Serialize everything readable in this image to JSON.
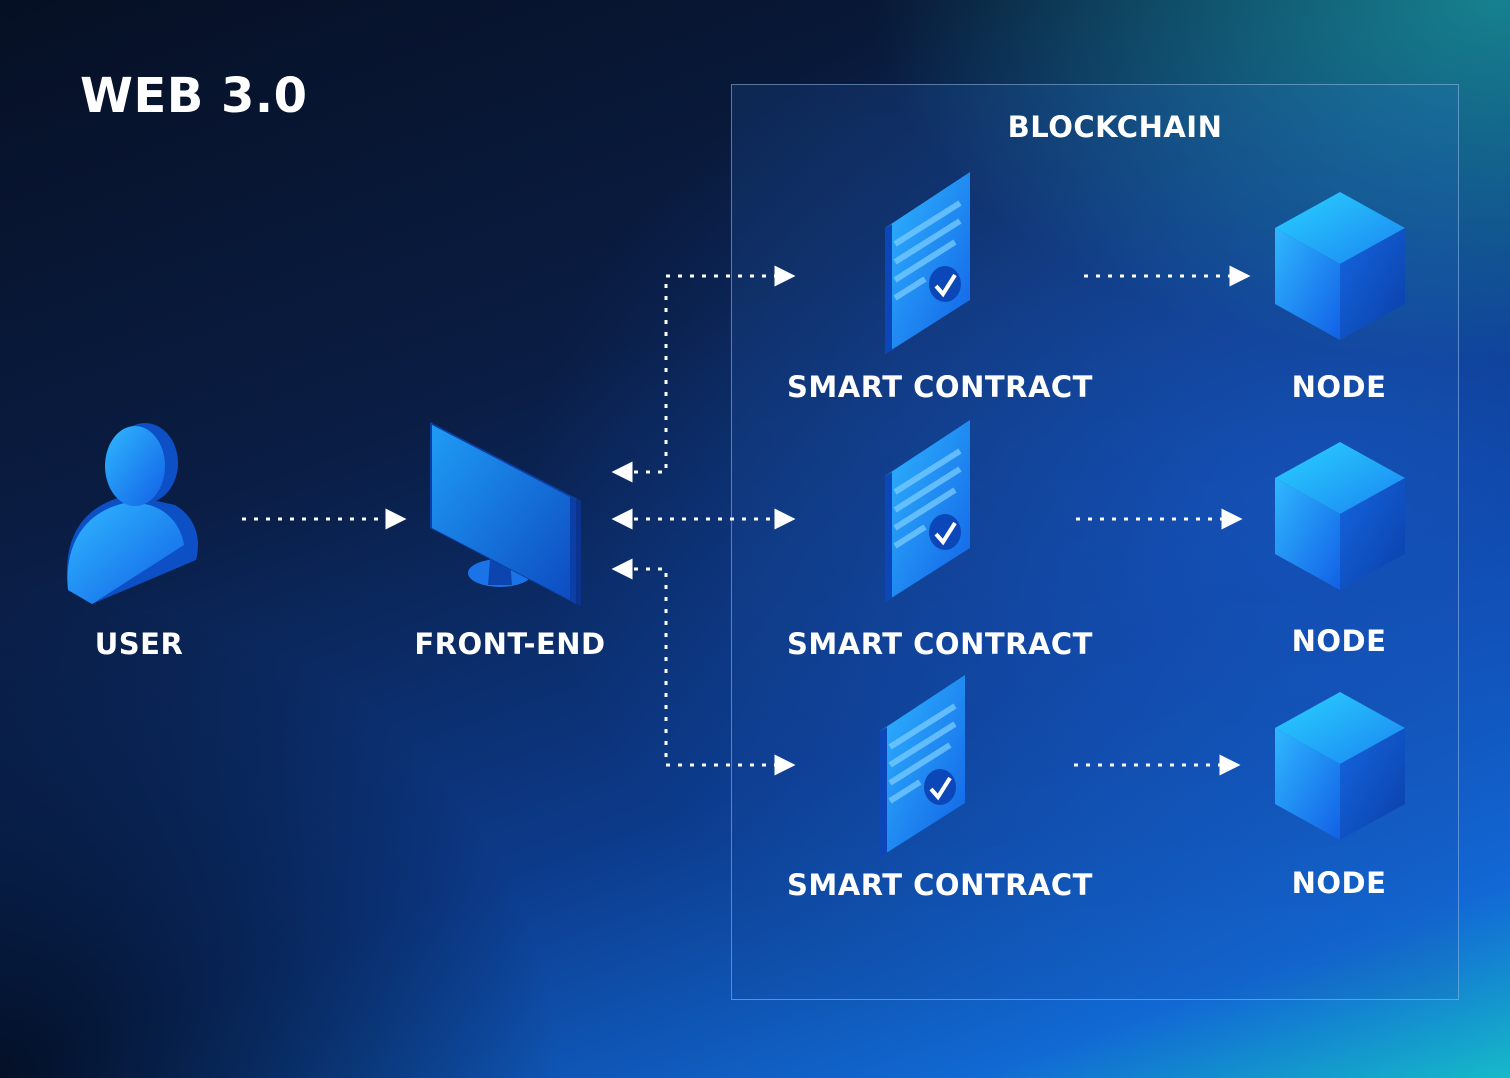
{
  "title": "WEB 3.0",
  "blockchain_label": "BLOCKCHAIN",
  "nodes": {
    "user": {
      "label": "USER",
      "icon": "user-icon"
    },
    "frontend": {
      "label": "FRONT-END",
      "icon": "monitor-icon"
    },
    "contracts": [
      {
        "label": "SMART CONTRACT",
        "icon": "contract-icon"
      },
      {
        "label": "SMART CONTRACT",
        "icon": "contract-icon"
      },
      {
        "label": "SMART CONTRACT",
        "icon": "contract-icon"
      }
    ],
    "chain_nodes": [
      {
        "label": "NODE",
        "icon": "cube-icon"
      },
      {
        "label": "NODE",
        "icon": "cube-icon"
      },
      {
        "label": "NODE",
        "icon": "cube-icon"
      }
    ]
  },
  "edges": [
    {
      "from": "USER",
      "to": "FRONT-END",
      "direction": "one-way"
    },
    {
      "from": "FRONT-END",
      "to": "SMART CONTRACT 1",
      "direction": "two-way"
    },
    {
      "from": "FRONT-END",
      "to": "SMART CONTRACT 2",
      "direction": "two-way"
    },
    {
      "from": "FRONT-END",
      "to": "SMART CONTRACT 3",
      "direction": "two-way"
    },
    {
      "from": "SMART CONTRACT 1",
      "to": "NODE 1",
      "direction": "one-way"
    },
    {
      "from": "SMART CONTRACT 2",
      "to": "NODE 2",
      "direction": "one-way"
    },
    {
      "from": "SMART CONTRACT 3",
      "to": "NODE 3",
      "direction": "one-way"
    }
  ],
  "colors": {
    "icon_light": "#27a8ff",
    "icon_mid": "#1a6ff0",
    "icon_dark": "#0b47b8",
    "arrow": "#ffffff"
  }
}
